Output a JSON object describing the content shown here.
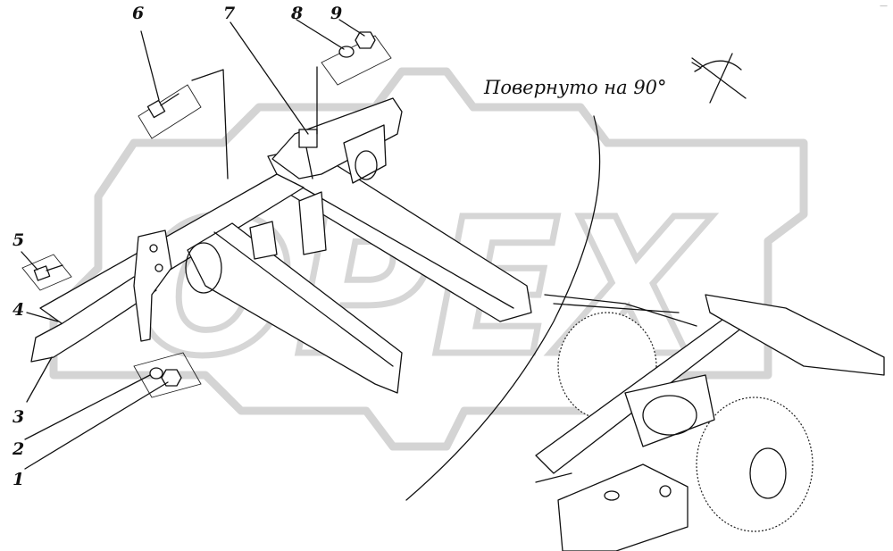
{
  "caption": "Повернуто на 90°",
  "watermark": "OPEX",
  "corner_mark": "—",
  "callouts": [
    {
      "id": "1",
      "label": "1"
    },
    {
      "id": "2",
      "label": "2"
    },
    {
      "id": "3",
      "label": "3"
    },
    {
      "id": "4",
      "label": "4"
    },
    {
      "id": "5",
      "label": "5"
    },
    {
      "id": "6",
      "label": "6"
    },
    {
      "id": "7",
      "label": "7"
    },
    {
      "id": "8",
      "label": "8"
    },
    {
      "id": "9",
      "label": "9"
    }
  ],
  "colors": {
    "line": "#111111",
    "watermark": "#d4d4d4",
    "background": "#ffffff"
  }
}
